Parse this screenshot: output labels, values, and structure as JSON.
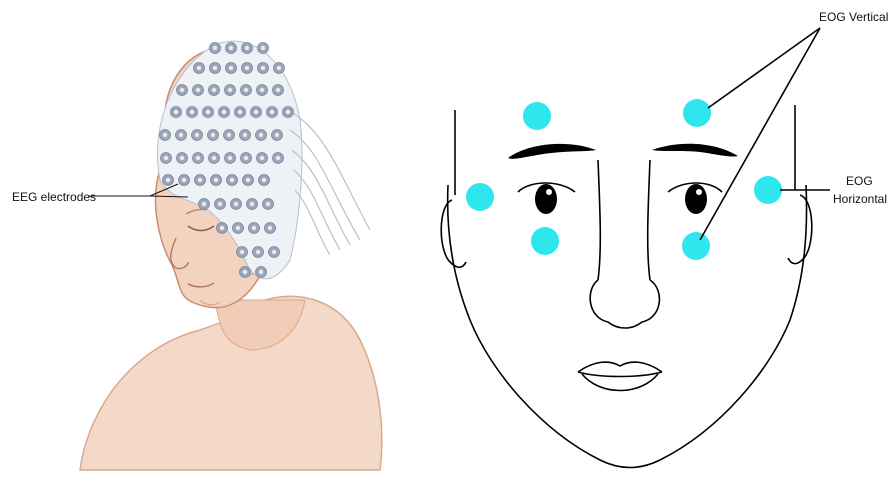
{
  "labels": {
    "eeg_electrodes": "EEG electrodes",
    "eog_vertical": "EOG Vertical",
    "eog_horizontal_line1": "EOG",
    "eog_horizontal_line2": "Horizontal"
  },
  "colors": {
    "electrode_dot": "#2ee6ee",
    "skin": "#f3d3c0",
    "skin_shadow": "#d9a58a",
    "cap_electrode": "#9aa6b8",
    "cap_electrode_center": "#e8ecf2",
    "line": "#111111"
  }
}
